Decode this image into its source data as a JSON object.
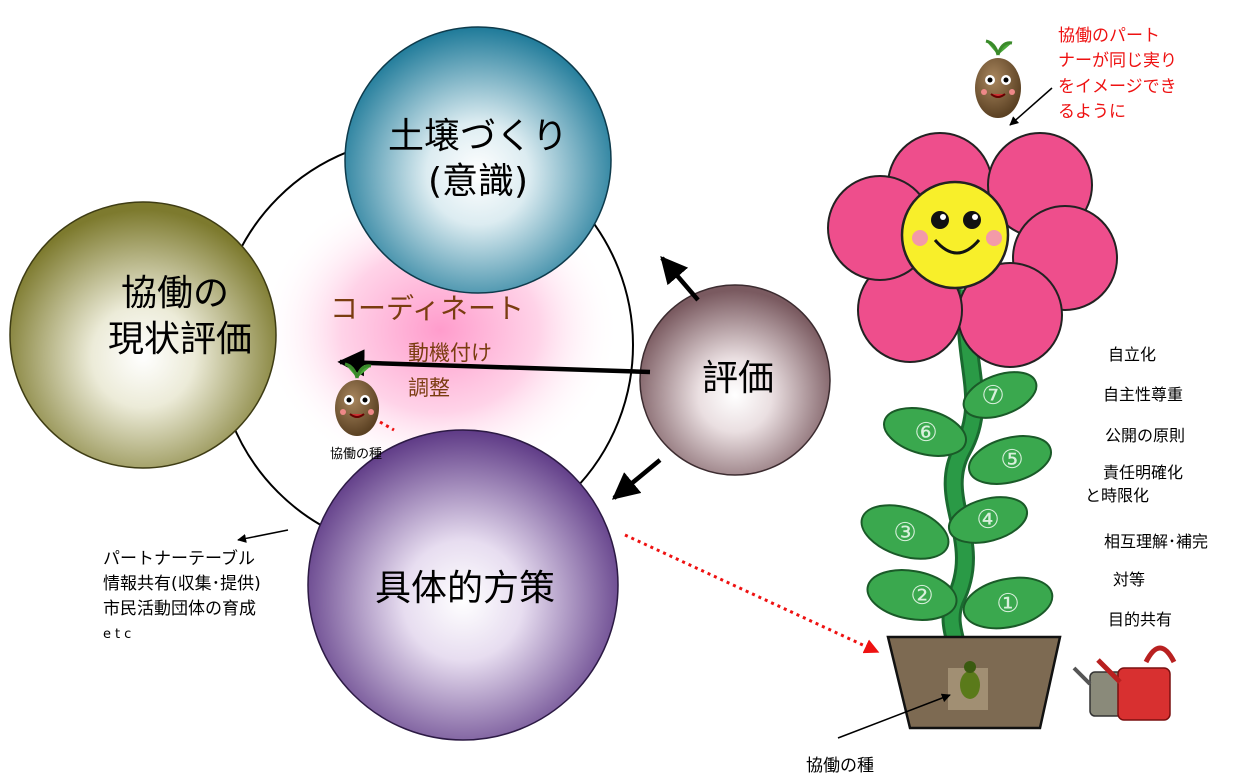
{
  "circles": {
    "soil": {
      "line1": "土壌づくり",
      "line2": "(意識)"
    },
    "current_evaluation": {
      "line1": "協働の",
      "line2": "現状評価"
    },
    "evaluation": {
      "label": "評価"
    },
    "measures": {
      "label": "具体的方策"
    }
  },
  "center": {
    "coordinate": "コーディネート",
    "motivation": "動機付け",
    "adjust": "調整",
    "seed_label": "協働の種"
  },
  "measures_list": {
    "line1": "パートナーテーブル",
    "line2": "情報共有(収集･提供)",
    "line3": "市民活動団体の育成",
    "line4": "etc"
  },
  "flower": {
    "top_note": [
      "協働のパート",
      "ナーが同じ実り",
      "をイメージでき",
      "るように"
    ],
    "leaf_numbers": [
      "①",
      "②",
      "③",
      "④",
      "⑤",
      "⑥",
      "⑦"
    ],
    "seed_label": "協働の種"
  },
  "principles": [
    {
      "text": "自立化"
    },
    {
      "text": "自主性尊重"
    },
    {
      "text": "公開の原則"
    },
    {
      "text": "責任明確化"
    },
    {
      "text": "と時限化"
    },
    {
      "text": "相互理解･補完"
    },
    {
      "text": "対等"
    },
    {
      "text": "目的共有"
    }
  ],
  "colors": {
    "soil_edge": "#1e7a99",
    "current_edge": "#7d7a2e",
    "evaluation_edge": "#7a5a60",
    "measures_edge": "#5e3a86",
    "coordinate_text": "#7a3c10",
    "note_red": "#ee1111",
    "petal": "#ee4e8c",
    "stem": "#2a9a46",
    "pot": "#7d6a52"
  }
}
